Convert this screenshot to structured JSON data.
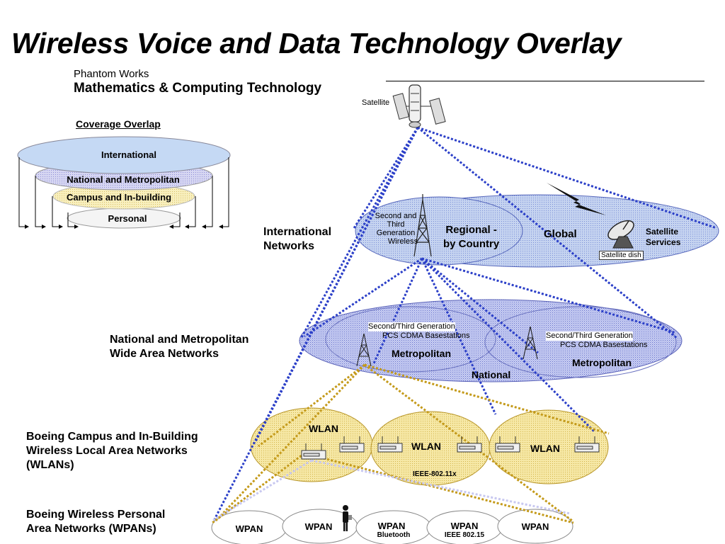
{
  "title": "Wireless Voice and Data Technology Overlay",
  "org": {
    "line1": "Phantom Works",
    "line2": "Mathematics & Computing Technology"
  },
  "coverage": {
    "heading": "Coverage Overlap",
    "layers": [
      "International",
      "National and Metropolitan",
      "Campus and In-building",
      "Personal"
    ]
  },
  "satellite_label": "Satellite",
  "international": {
    "side_label": [
      "International",
      "Networks"
    ],
    "tower_label": [
      "Second and",
      "Third",
      "Generation",
      "Wireless"
    ],
    "regional": [
      "Regional -",
      "by Country"
    ],
    "global": "Global",
    "satellite_services": [
      "Satellite",
      "Services"
    ],
    "satellite_dish": "Satellite dish"
  },
  "national": {
    "side_label": [
      "National and Metropolitan",
      "Wide Area Networks"
    ],
    "base_left": [
      "Second/Third Generation",
      "PCS CDMA Basestations"
    ],
    "base_right": [
      "Second/Third Generation",
      "PCS CDMA Basestations"
    ],
    "metro_left": "Metropolitan",
    "metro_right": "Metropolitan",
    "national": "National"
  },
  "campus": {
    "side_label": [
      "Boeing Campus and In-Building",
      "Wireless Local Area Networks",
      "(WLANs)"
    ],
    "wlans": [
      "WLAN",
      "WLAN",
      "WLAN"
    ],
    "standard": "IEEE-802.11x"
  },
  "personal": {
    "side_label": [
      "Boeing Wireless Personal",
      "Area Networks (WPANs)"
    ],
    "wpans": [
      "WPAN",
      "WPAN",
      "WPAN",
      "WPAN",
      "WPAN"
    ],
    "bluetooth": "Bluetooth",
    "standard": "IEEE 802.15"
  },
  "colors": {
    "blue_fill": "#c5d5f2",
    "blue_dots": "#2b3fc8",
    "gold_dots": "#c49a1a",
    "wlan_fill": "#f5e6a3",
    "lavender": "#c8c8f0",
    "campus_fill": "#f7eeb0",
    "personal_fill": "#efefef"
  }
}
